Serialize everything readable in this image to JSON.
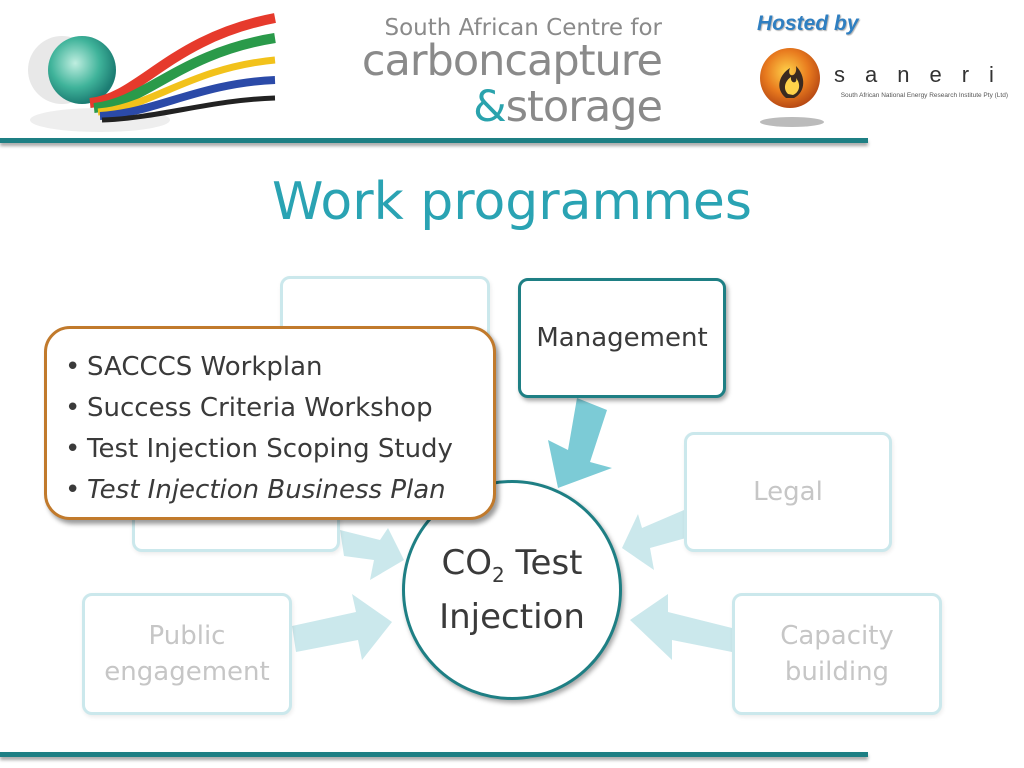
{
  "header": {
    "centre_line1": "South African Centre for",
    "centre_line2": "carboncapture",
    "centre_amp": "&",
    "centre_line3": "storage",
    "hosted_by": "Hosted by",
    "saneri_word": "saneri",
    "saneri_sub": "South African National Energy Research Institute Pty (Ltd)"
  },
  "slide": {
    "title": "Work programmes"
  },
  "diagram": {
    "center": {
      "text_pre": "CO",
      "subscript": "2",
      "text_post": " Test",
      "line2": "Injection"
    },
    "nodes": {
      "management": "Management",
      "legal": "Legal",
      "public_engagement": "Public engagement",
      "capacity_building": "Capacity building"
    },
    "callout": {
      "bullet": "•",
      "items": [
        "SACCCS Workplan",
        "Success Criteria Workshop",
        "Test Injection Scoping Study",
        "Test Injection Business Plan"
      ]
    }
  },
  "colors": {
    "accent_teal": "#2aa3b3",
    "rule_teal": "#1e7f84",
    "callout_border": "#c17a2c",
    "faded_arrow": "#cbe8ec",
    "active_arrow": "#7ccbd6"
  },
  "icons": [
    "sacccs-logo-icon",
    "saneri-flame-icon"
  ]
}
